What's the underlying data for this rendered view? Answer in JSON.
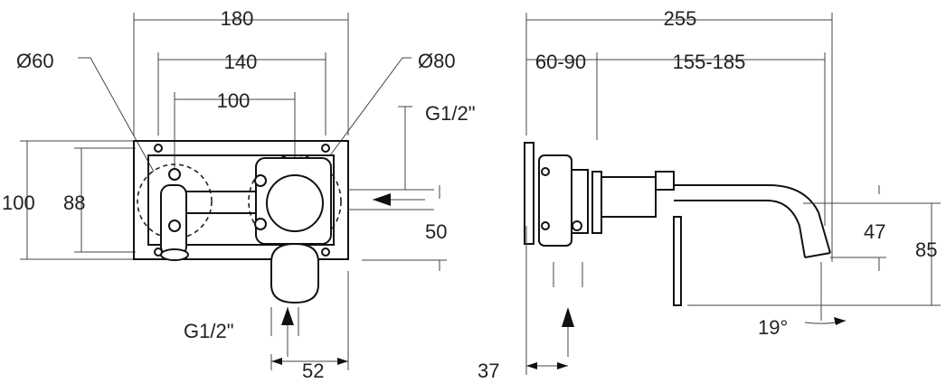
{
  "front_view": {
    "dim_width_total": "180",
    "dim_width_holes": "140",
    "dim_center_distance": "100",
    "dim_diameter_left": "Ø60",
    "dim_diameter_right": "Ø80",
    "dim_height_total": "100",
    "dim_height_holes": "88",
    "dim_inlet_right": "G1/2\"",
    "dim_inlet_bottom": "G1/2\"",
    "dim_inlet_offset": "50",
    "dim_bottom_offset": "52"
  },
  "side_view": {
    "dim_length_total": "255",
    "dim_wall_depth": "60-90",
    "dim_spout_range": "155-185",
    "dim_spout_height": "47",
    "dim_total_height": "85",
    "dim_angle": "19°",
    "dim_inlet_offset": "37"
  }
}
